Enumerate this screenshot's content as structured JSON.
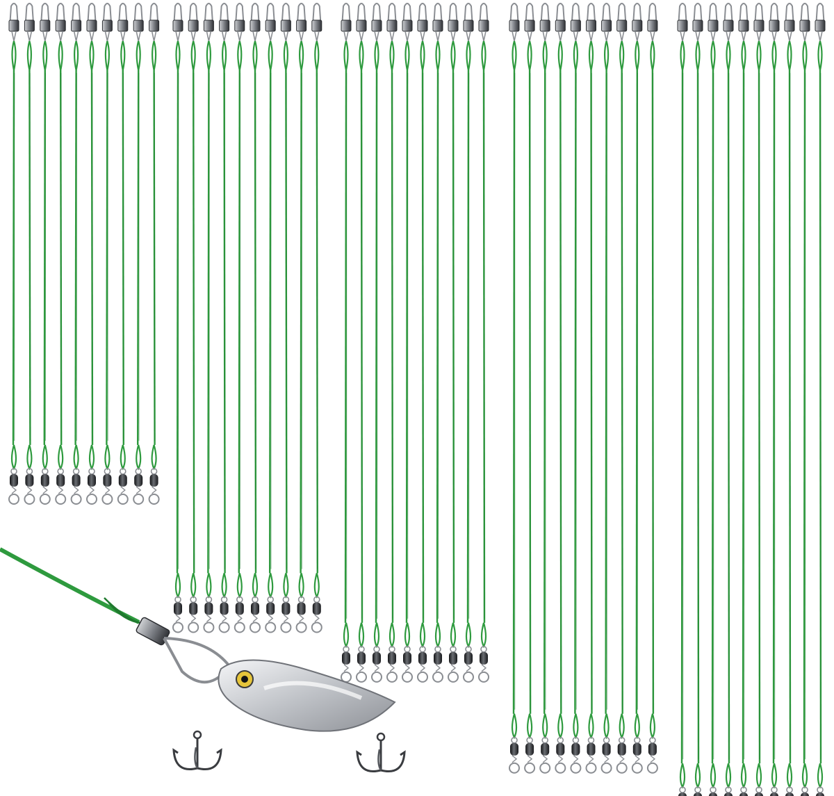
{
  "image": {
    "subject": "fishing-wire-leaders-product-photo",
    "background_color": "#ffffff"
  },
  "colors": {
    "wire": "#2e9a3e",
    "wire_dark": "#1f7a2e",
    "metal": "#8a8d92",
    "metal_dark": "#2a2c30",
    "lure_body": "#d9dadd"
  },
  "bundles": [
    {
      "name": "bundle-1",
      "count": 10,
      "relative_length": 1.0
    },
    {
      "name": "bundle-2",
      "count": 10,
      "relative_length": 1.31
    },
    {
      "name": "bundle-3",
      "count": 10,
      "relative_length": 1.43
    },
    {
      "name": "bundle-4",
      "count": 10,
      "relative_length": 1.65
    },
    {
      "name": "bundle-5",
      "count": 10,
      "relative_length": 1.77
    }
  ],
  "icons": {
    "snap": "snap-swivel-icon",
    "barrel": "barrel-swivel-icon",
    "lure": "spinner-lure-icon",
    "hook": "treble-hook-icon"
  }
}
